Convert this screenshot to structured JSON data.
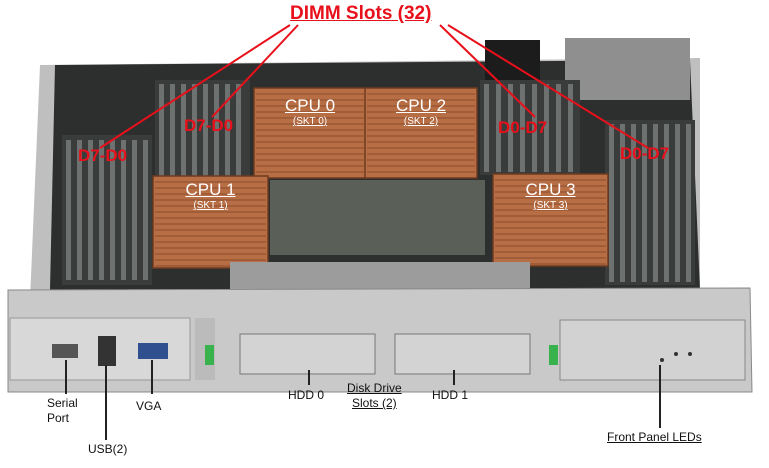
{
  "title": "DIMM Slots (32)",
  "dimm_groups": [
    {
      "id": "left-outer",
      "label": "D7-D0"
    },
    {
      "id": "left-inner",
      "label": "D7-D0"
    },
    {
      "id": "right-inner",
      "label": "D0-D7"
    },
    {
      "id": "right-outer",
      "label": "D0-D7"
    }
  ],
  "cpus": [
    {
      "name": "CPU 0",
      "socket": "(SKT 0)"
    },
    {
      "name": "CPU 2",
      "socket": "(SKT 2)"
    },
    {
      "name": "CPU 1",
      "socket": "(SKT 1)"
    },
    {
      "name": "CPU 3",
      "socket": "(SKT 3)"
    }
  ],
  "callouts": {
    "serial": [
      "Serial",
      "Port"
    ],
    "vga": "VGA",
    "usb": "USB(2)",
    "hdd0": "HDD 0",
    "disk_drive_slots": [
      "Disk Drive",
      "Slots (2)"
    ],
    "hdd1": "HDD 1",
    "front_panel_leds": "Front Panel LEDs"
  },
  "colors": {
    "callout_red": "#e8101a",
    "heatsink_copper": "#b86e45",
    "board_dark": "#2c2f2e",
    "chassis_silver": "#c9c9c9"
  }
}
